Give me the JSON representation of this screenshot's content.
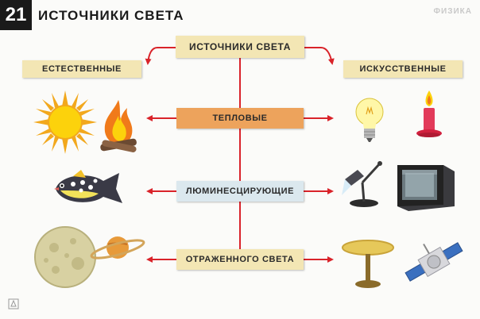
{
  "header": {
    "number": "21",
    "title": "ИСТОЧНИКИ СВЕТА",
    "subject": "ФИЗИКА"
  },
  "diagram": {
    "root": "ИСТОЧНИКИ СВЕТА",
    "left_branch": "ЕСТЕСТВЕННЫЕ",
    "right_branch": "ИСКУССТВЕННЫЕ",
    "rows": [
      {
        "label": "ТЕПЛОВЫЕ",
        "color": "#eda35c",
        "natural": [
          "sun-icon",
          "campfire-icon"
        ],
        "artificial": [
          "light-bulb-icon",
          "candle-icon"
        ]
      },
      {
        "label": "ЛЮМИНЕСЦИРУЮЩИЕ",
        "color": "#dbe8ee",
        "natural": [
          "fish-icon"
        ],
        "artificial": [
          "desk-lamp-icon",
          "television-icon"
        ]
      },
      {
        "label": "ОТРАЖЕННОГО СВЕТА",
        "color": "#f3e6b4",
        "natural": [
          "moon-icon",
          "saturn-icon"
        ],
        "artificial": [
          "table-icon",
          "satellite-icon"
        ]
      }
    ],
    "colors": {
      "arrow": "#d9232a",
      "box": "#f3e6b4"
    }
  }
}
